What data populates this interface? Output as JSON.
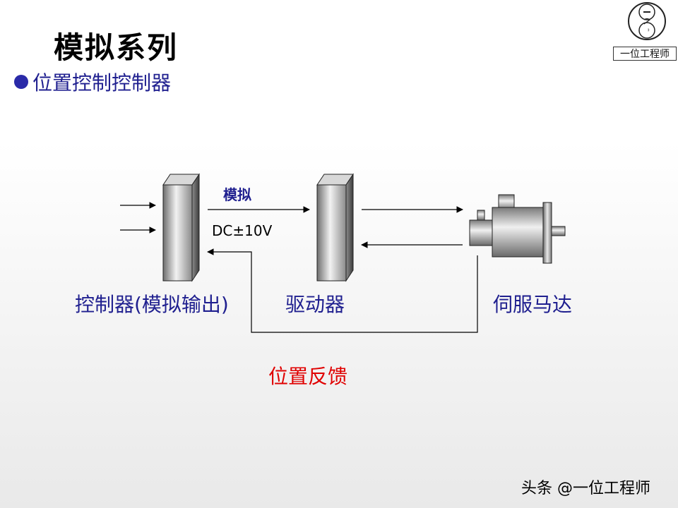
{
  "title": "模拟系列",
  "subtitle": "位置控制控制器",
  "logo": {
    "label": "一位工程师"
  },
  "diagram": {
    "controller_label": "控制器(模拟输出)",
    "driver_label": "驱动器",
    "motor_label": "伺服马达",
    "signal_type": "模拟",
    "signal_range": "DC±10V",
    "feedback_label": "位置反馈"
  },
  "footer": {
    "watermark": "头条 @一位工程师"
  },
  "colors": {
    "label_blue": "#1f1f8f",
    "feedback_red": "#e00000"
  }
}
